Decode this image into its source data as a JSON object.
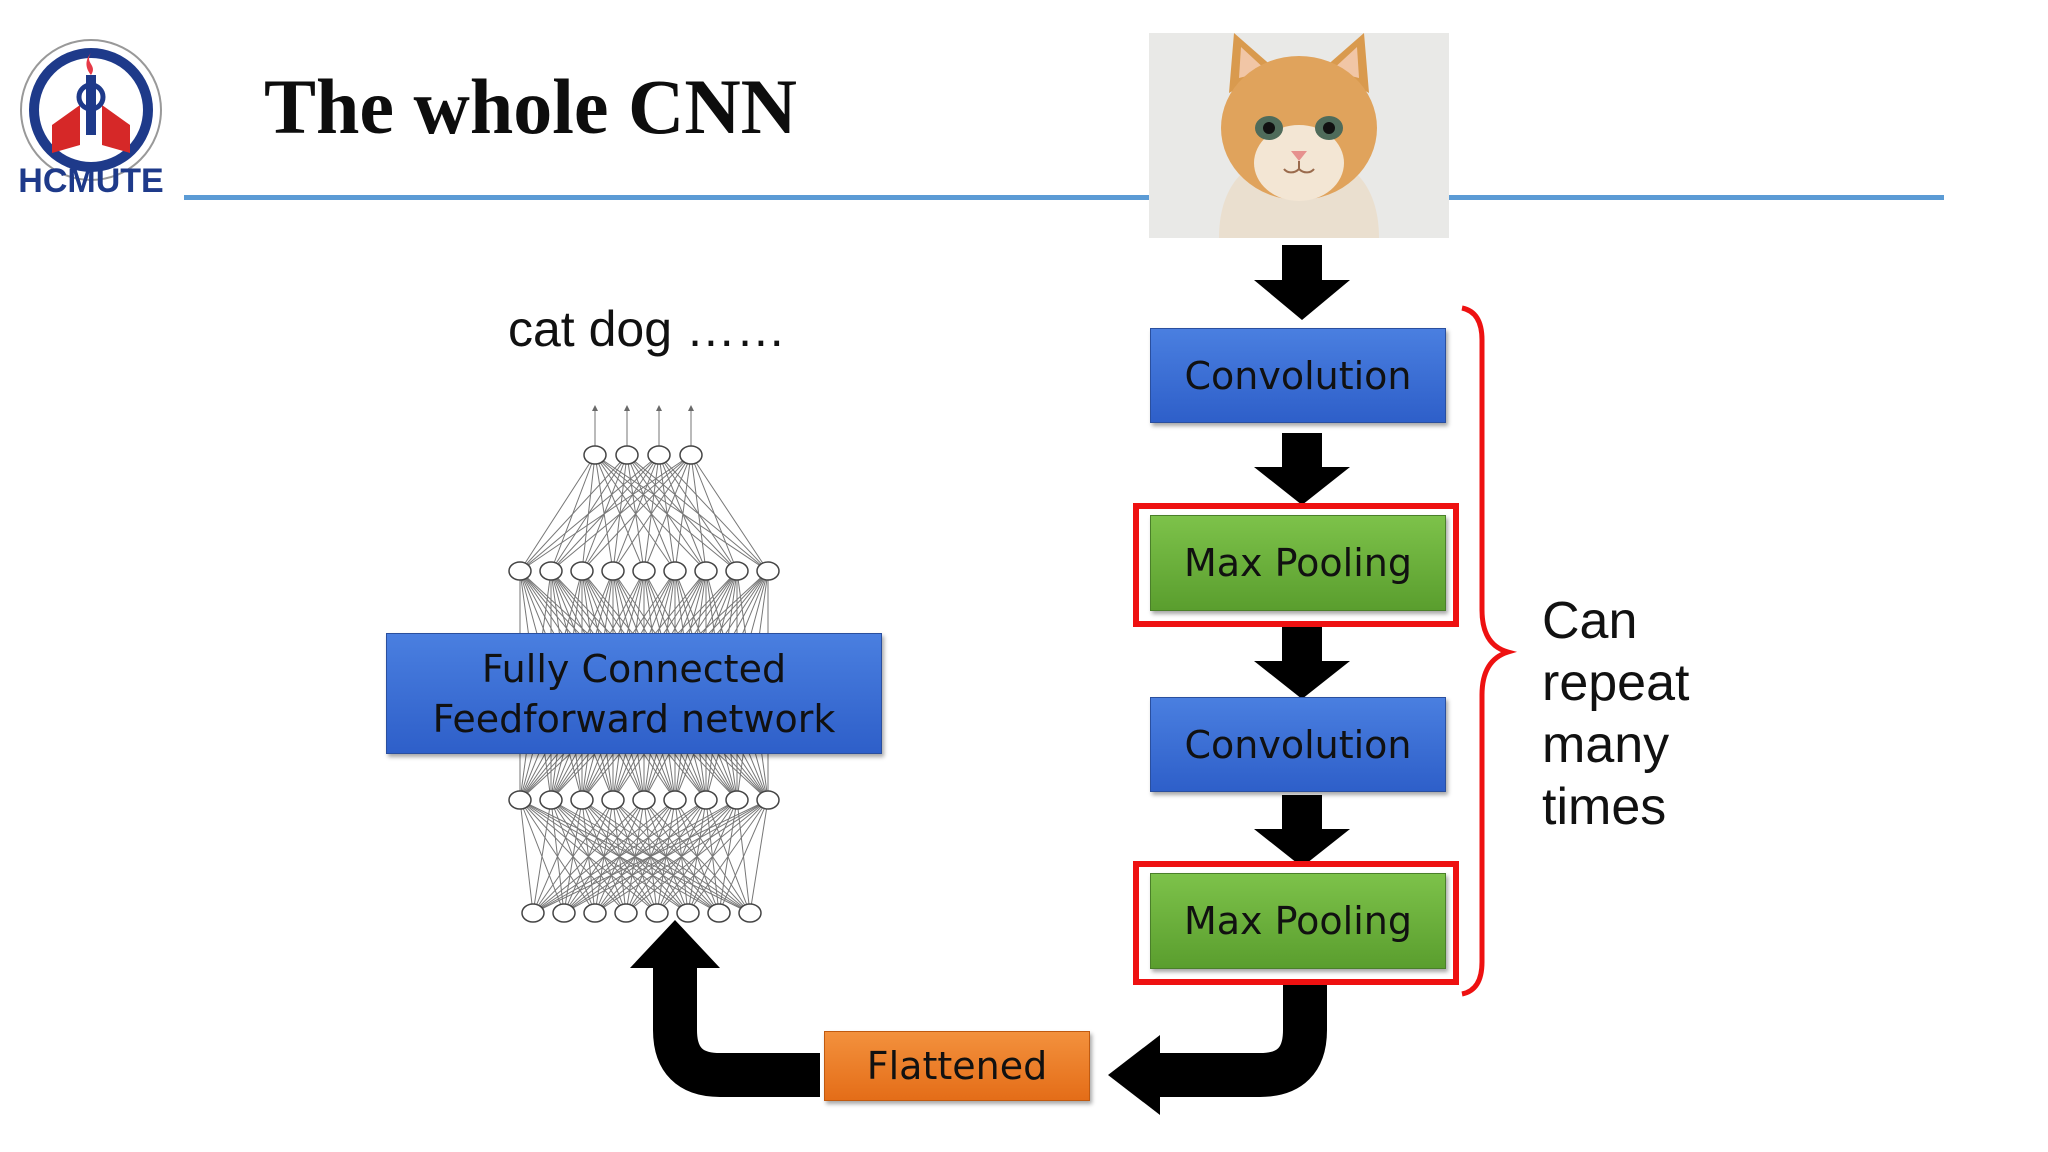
{
  "slide": {
    "title": "The whole CNN"
  },
  "logo": {
    "text": "HCMUTE"
  },
  "pipeline": {
    "steps": [
      "Convolution",
      "Max Pooling",
      "Convolution",
      "Max Pooling"
    ],
    "flatten_label": "Flattened"
  },
  "network": {
    "box_line1": "Fully Connected",
    "box_line2": "Feedforward network",
    "output_labels": "cat dog ……"
  },
  "repeat_note": [
    "Can",
    "repeat",
    "many",
    "times"
  ],
  "colors": {
    "accent_rule": "#5b9bd5",
    "blue_box": "#3b6fd6",
    "green_box": "#6db33f",
    "orange_box": "#ed7d31",
    "highlight": "#ee1111"
  },
  "icons": [
    "hcmute-logo-icon",
    "cat-photo-icon",
    "down-arrow-icon",
    "curved-arrow-icon",
    "neural-network-icon",
    "brace-icon"
  ]
}
